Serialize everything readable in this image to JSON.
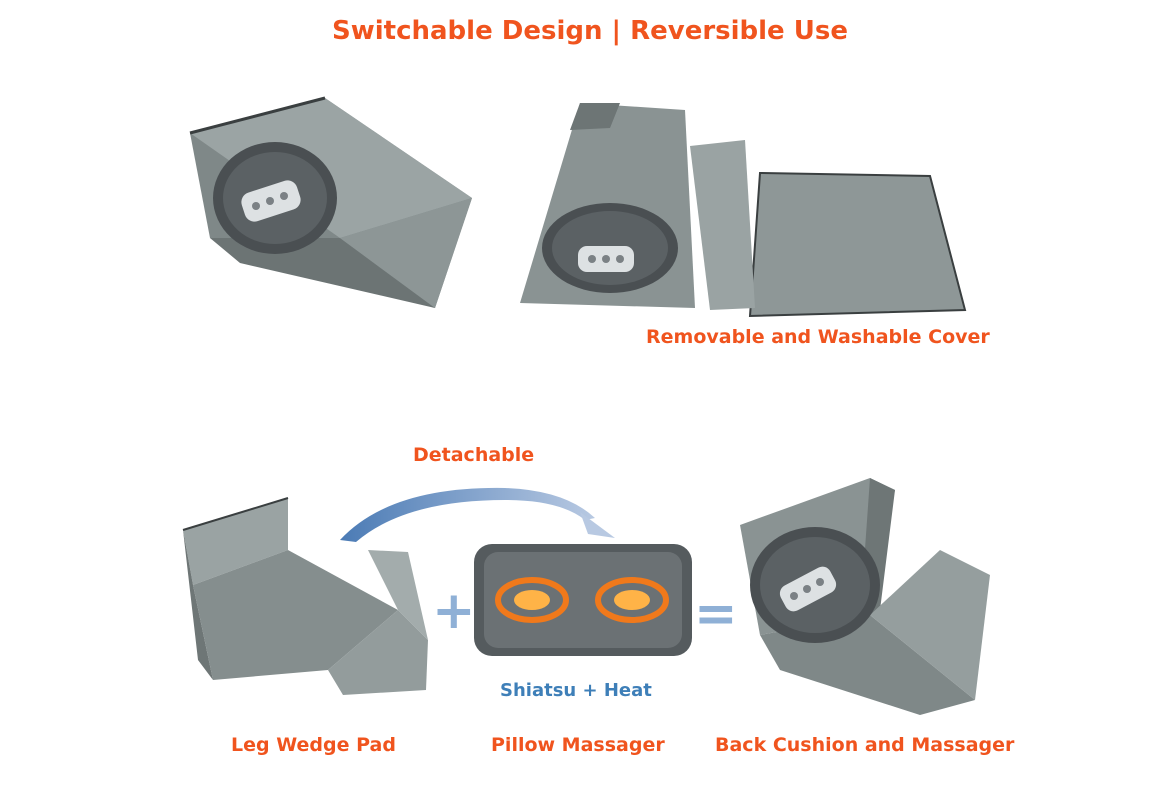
{
  "title": "Switchable Design | Reversible Use",
  "labels": {
    "cover": "Removable and Washable Cover",
    "detachable": "Detachable",
    "shiatsu": "Shiatsu + Heat",
    "leg_wedge": "Leg Wedge Pad",
    "pillow": "Pillow Massager",
    "back_cushion": "Back Cushion and Massager"
  },
  "symbols": {
    "plus": "+",
    "equals": "="
  },
  "colors": {
    "accent_orange": "#f0541e",
    "accent_blue": "#3e7fb8",
    "fabric_gray": "#8e9797",
    "massager_dark": "#4a4f52",
    "heat_glow": "#ff7a12"
  }
}
